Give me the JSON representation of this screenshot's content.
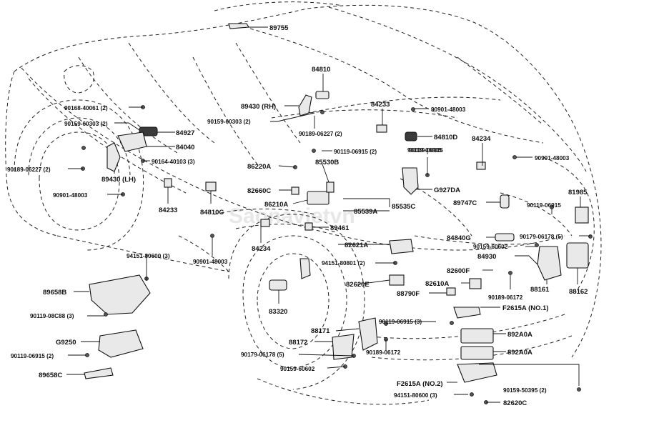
{
  "watermark": "Saonavietvn",
  "labels": [
    {
      "id": "p89755",
      "text": "89755"
    },
    {
      "id": "p84810",
      "text": "84810"
    },
    {
      "id": "p84233a",
      "text": "84233"
    },
    {
      "id": "p90901a",
      "text": "90901-48003"
    },
    {
      "id": "p84810D",
      "text": "84810D"
    },
    {
      "id": "p90119a",
      "text": "90119-06915"
    },
    {
      "id": "p84234a",
      "text": "84234"
    },
    {
      "id": "p90901b",
      "text": "90901-48003"
    },
    {
      "id": "pG927DA",
      "text": "G927DA"
    },
    {
      "id": "p89747C",
      "text": "89747C"
    },
    {
      "id": "p81985",
      "text": "81985"
    },
    {
      "id": "p90119b",
      "text": "90119-06915"
    },
    {
      "id": "p90179a",
      "text": "90179-06178 (5)"
    },
    {
      "id": "p84840G",
      "text": "84840G"
    },
    {
      "id": "p90159a",
      "text": "90159-60602"
    },
    {
      "id": "p84930",
      "text": "84930"
    },
    {
      "id": "p82600F",
      "text": "82600F"
    },
    {
      "id": "p82610A",
      "text": "82610A"
    },
    {
      "id": "p88790F",
      "text": "88790F"
    },
    {
      "id": "p90189a",
      "text": "90189-06172"
    },
    {
      "id": "p88161",
      "text": "88161"
    },
    {
      "id": "p88162",
      "text": "88162"
    },
    {
      "id": "pF2615A1",
      "text": "F2615A (NO.1)"
    },
    {
      "id": "p892A0A1",
      "text": "892A0A"
    },
    {
      "id": "p892A0A2",
      "text": "892A0A"
    },
    {
      "id": "pF2615A2",
      "text": "F2615A (NO.2)"
    },
    {
      "id": "p94151a",
      "text": "94151-80600 (3)"
    },
    {
      "id": "p90159b",
      "text": "90159-50395 (2)"
    },
    {
      "id": "p82620C",
      "text": "82620C"
    },
    {
      "id": "p90168",
      "text": "90168-40061 (2)"
    },
    {
      "id": "p90159c",
      "text": "90159-60303 (2)"
    },
    {
      "id": "p84927",
      "text": "84927"
    },
    {
      "id": "p84040",
      "text": "84040"
    },
    {
      "id": "p90164",
      "text": "90164-40103 (3)"
    },
    {
      "id": "p90189b",
      "text": "90189-06227 (2)"
    },
    {
      "id": "p89430LH",
      "text": "89430 (LH)"
    },
    {
      "id": "p90901c",
      "text": "90901-48003"
    },
    {
      "id": "p84233b",
      "text": "84233"
    },
    {
      "id": "p89430RH",
      "text": "89430 (RH)"
    },
    {
      "id": "p90159d",
      "text": "90159-60303 (2)"
    },
    {
      "id": "p90189c",
      "text": "90189-06227 (2)"
    },
    {
      "id": "p90119c",
      "text": "90119-06915 (2)"
    },
    {
      "id": "p90119d",
      "text": "90119-06915"
    },
    {
      "id": "p86220A",
      "text": "86220A"
    },
    {
      "id": "p85530B",
      "text": "85530B"
    },
    {
      "id": "p82660C",
      "text": "82660C"
    },
    {
      "id": "p86210A",
      "text": "86210A"
    },
    {
      "id": "p85535C",
      "text": "85535C"
    },
    {
      "id": "p85539A",
      "text": "85539A"
    },
    {
      "id": "p84810C",
      "text": "84810C"
    },
    {
      "id": "p89461",
      "text": "89461"
    },
    {
      "id": "p84234b",
      "text": "84234"
    },
    {
      "id": "p82621A",
      "text": "82621A"
    },
    {
      "id": "p90901d",
      "text": "90901-48003"
    },
    {
      "id": "p94151b",
      "text": "94151-80600 (3)"
    },
    {
      "id": "p94151c",
      "text": "94151-80801 (2)"
    },
    {
      "id": "p82620E",
      "text": "82620E"
    },
    {
      "id": "p89658B",
      "text": "89658B"
    },
    {
      "id": "p83320",
      "text": "83320"
    },
    {
      "id": "p90119e",
      "text": "90119-08C88 (3)"
    },
    {
      "id": "pG9250",
      "text": "G9250"
    },
    {
      "id": "p90119f",
      "text": "90119-06915 (2)"
    },
    {
      "id": "p89658C",
      "text": "89658C"
    },
    {
      "id": "p88171",
      "text": "88171"
    },
    {
      "id": "p90119g",
      "text": "90119-06915 (3)"
    },
    {
      "id": "p88172",
      "text": "88172"
    },
    {
      "id": "p90179b",
      "text": "90179-06178 (5)"
    },
    {
      "id": "p90189d",
      "text": "90189-06172"
    },
    {
      "id": "p90159e",
      "text": "90159-60602"
    }
  ]
}
